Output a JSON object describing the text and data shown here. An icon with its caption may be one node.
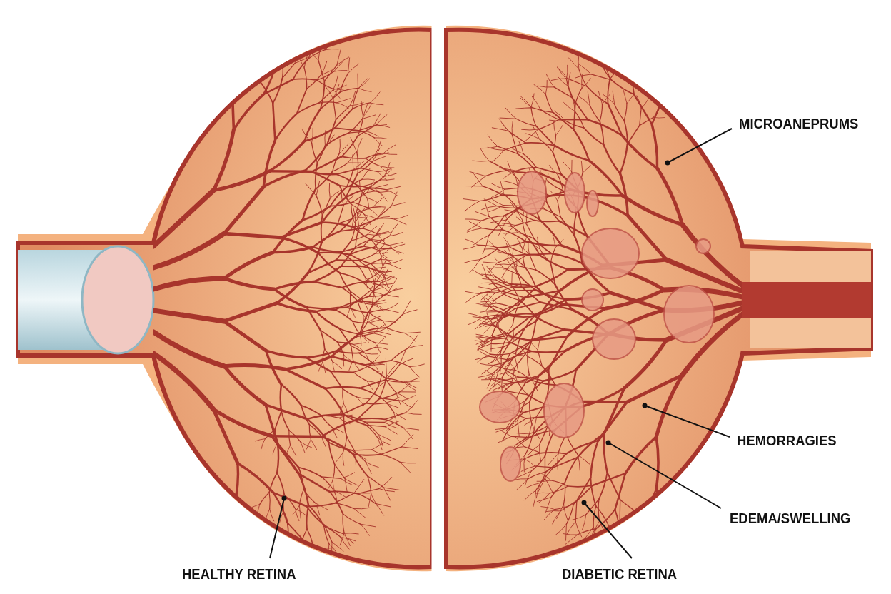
{
  "diagram": {
    "nodes": [
      {
        "text": [
          "HEALTHY RETINA"
        ]
      },
      {
        "text": [
          "MICROANEPRUMS"
        ]
      },
      {
        "text": [
          "HEMORRAGIES"
        ]
      },
      {
        "text": [
          "EDEMA/SWELLING"
        ]
      },
      {
        "text": [
          "DIABETIC RETINA"
        ]
      }
    ],
    "edges": [
      {
        "from": 0,
        "to": null,
        "arrow": "other"
      },
      {
        "from": 1,
        "to": null,
        "arrow": "other"
      },
      {
        "from": 2,
        "to": null,
        "arrow": "other"
      },
      {
        "from": 3,
        "to": null,
        "arrow": "other"
      },
      {
        "from": 4,
        "to": null,
        "arrow": "other"
      }
    ]
  }
}
